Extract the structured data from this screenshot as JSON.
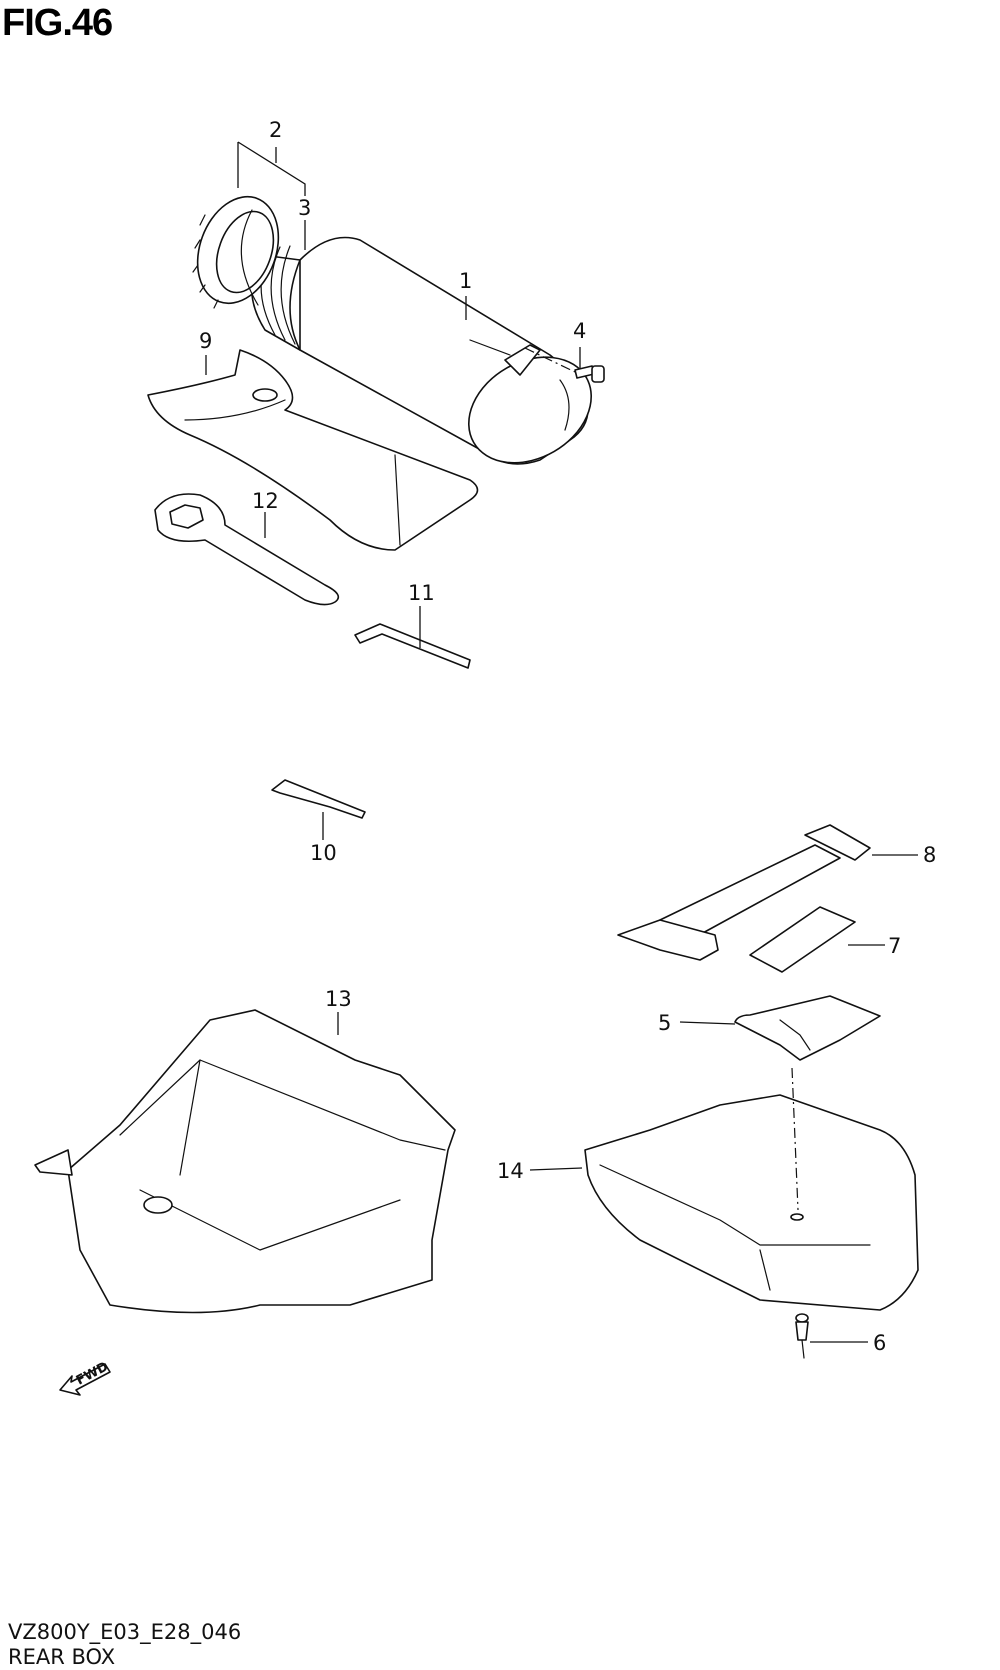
{
  "header": {
    "title": "FIG.46"
  },
  "footer": {
    "model_code": "VZ800Y_E03_E28_046",
    "section_name": "REAR BOX"
  },
  "direction_arrow": {
    "label": "FWD"
  },
  "callouts": {
    "c1": "1",
    "c2": "2",
    "c3": "3",
    "c4": "4",
    "c5": "5",
    "c6": "6",
    "c7": "7",
    "c8": "8",
    "c9": "9",
    "c10": "10",
    "c11": "11",
    "c12": "12",
    "c13": "13",
    "c14": "14"
  }
}
